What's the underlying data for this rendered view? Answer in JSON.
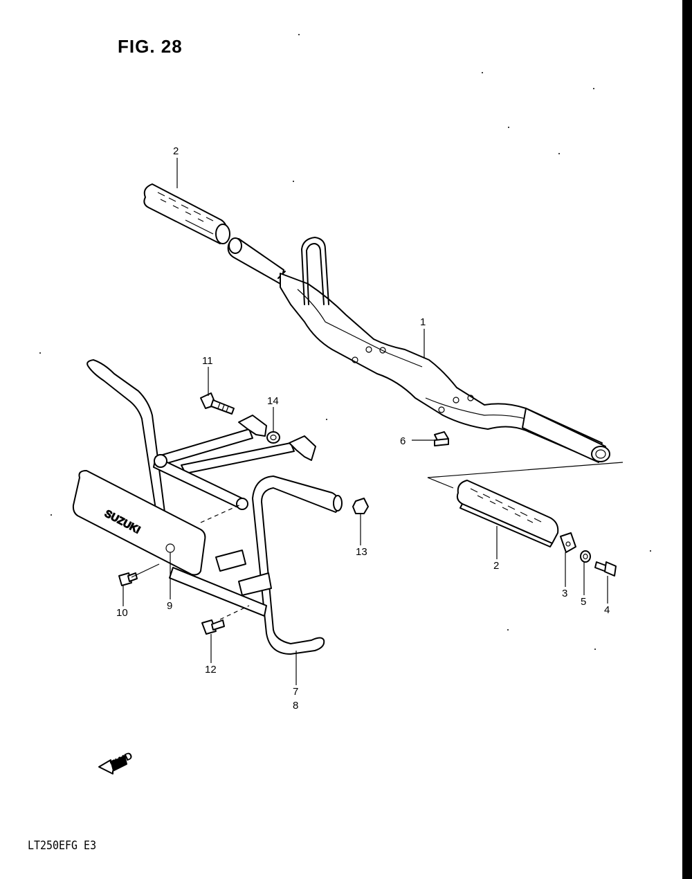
{
  "figure": {
    "title": "FIG. 28",
    "model_code": "LT250EFG E3"
  },
  "brand_plate_text": "SUZUKI",
  "fwd_arrow_text": "FWD",
  "callouts": [
    "1",
    "2",
    "2",
    "3",
    "4",
    "5",
    "6",
    "7",
    "8",
    "9",
    "10",
    "11",
    "12",
    "13",
    "14"
  ],
  "icons": {
    "fwd_direction": "fwd-arrow-icon"
  }
}
